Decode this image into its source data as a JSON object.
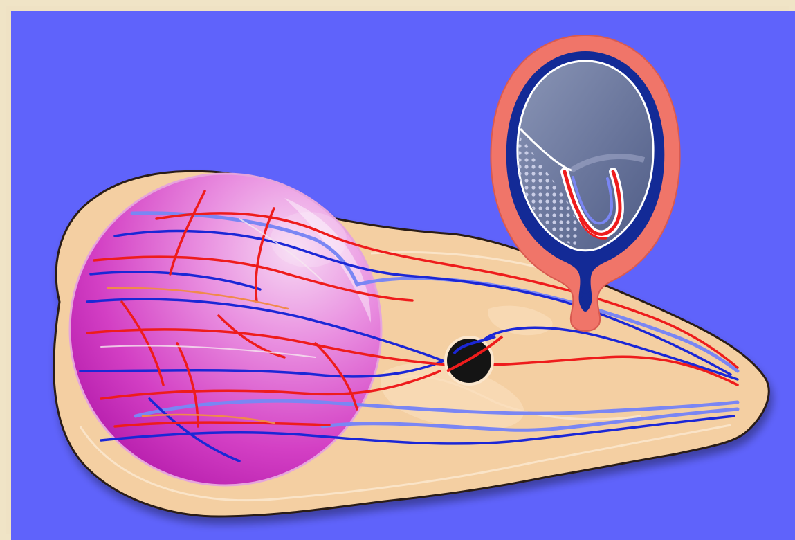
{
  "illustration": {
    "subject": "yolk-sac-and-chorionic-vesicle-vasculature",
    "inset_subject": "gestational-sac-cross-section"
  },
  "colors": {
    "background": "#5f63fb",
    "frame": "#efe2c4",
    "tissue": "#f4cfa2",
    "tissue_light": "#f9dcb8",
    "tissue_outline": "#2a1c12",
    "yolk_sac": "#d63fc2",
    "yolk_sac_light": "#f2b8ee",
    "artery": "#ee1c1c",
    "vein": "#1b27d6",
    "vein_light": "#7a86f4",
    "inset_outer": "#f07569",
    "inset_wall": "#132a96",
    "inset_cavity": "#5d6b96"
  },
  "icons": [
    "yolk-sac",
    "vitelline-vessels",
    "umbilical-opening",
    "gestational-sac-inset",
    "embryo-loop"
  ]
}
